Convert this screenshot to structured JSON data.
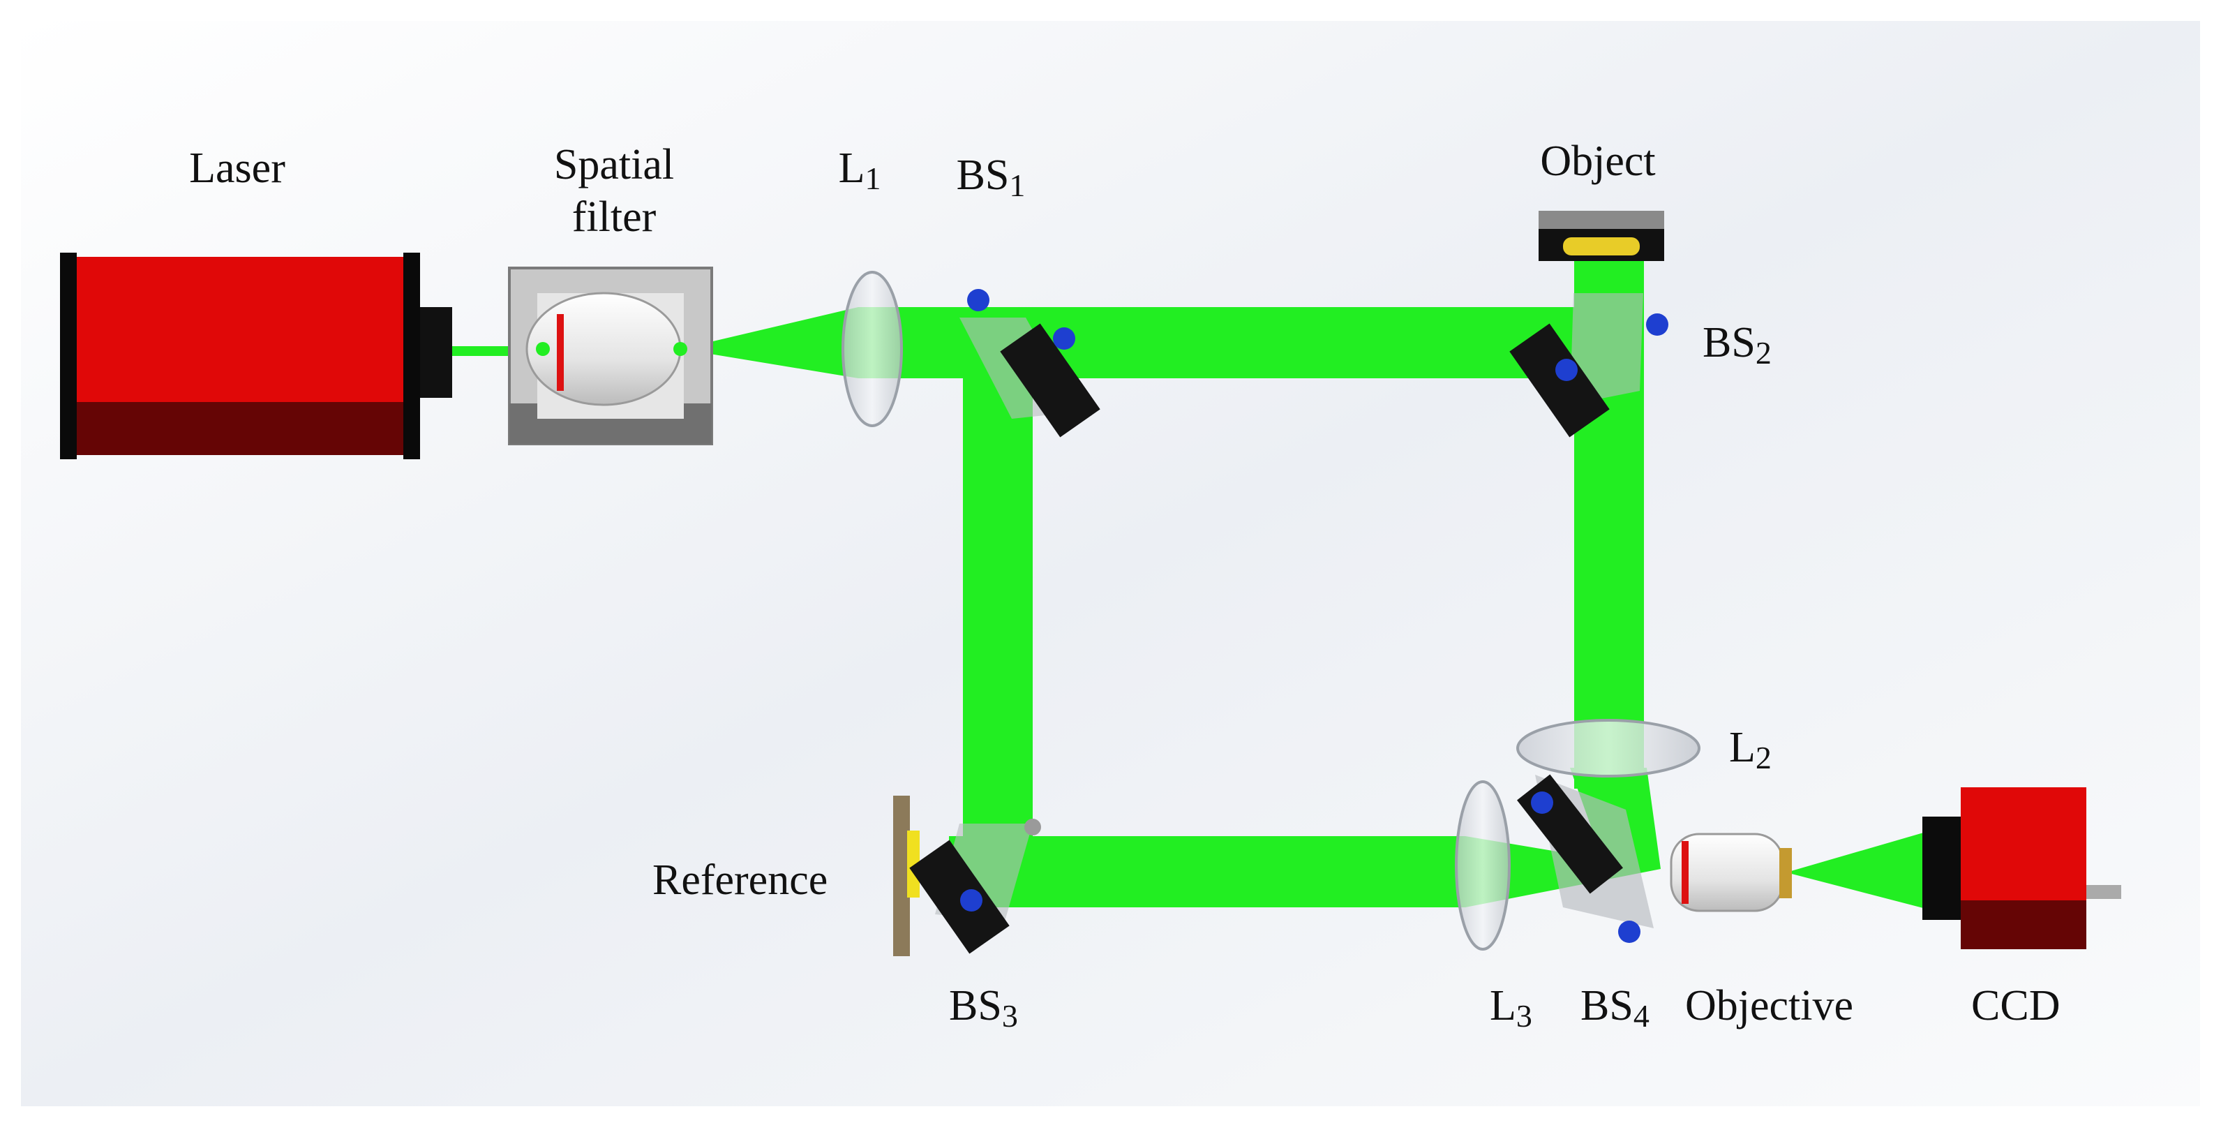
{
  "labels": {
    "laser": "Laser",
    "spatial_filter_line1": "Spatial",
    "spatial_filter_line2": "filter",
    "l1": {
      "base": "L",
      "sub": "1"
    },
    "bs1": {
      "base": "BS",
      "sub": "1"
    },
    "object": "Object",
    "bs2": {
      "base": "BS",
      "sub": "2"
    },
    "l2": {
      "base": "L",
      "sub": "2"
    },
    "reference": "Reference",
    "bs3": {
      "base": "BS",
      "sub": "3"
    },
    "l3": {
      "base": "L",
      "sub": "3"
    },
    "bs4": {
      "base": "BS",
      "sub": "4"
    },
    "objective": "Objective",
    "ccd": "CCD"
  },
  "colors": {
    "beam": "#22ee22",
    "laser_body": "#e00808",
    "laser_shadow": "#650505",
    "mount": "#1a1a1a",
    "mount_knob": "#1e3fd0",
    "lens_glass": "#d9dde4",
    "filter_housing": "#a9a9a9",
    "object_sample": "#e8cc28",
    "reference_mirror": "#f0e020"
  }
}
